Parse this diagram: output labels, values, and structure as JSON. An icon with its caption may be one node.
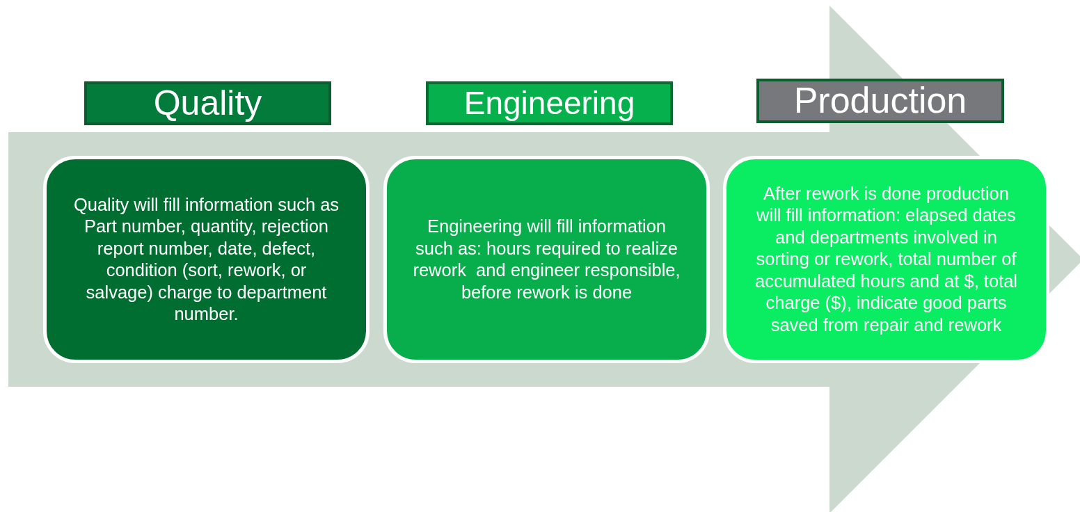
{
  "diagram": {
    "nodes": [
      {
        "text": [
          "Quality"
        ]
      },
      {
        "text": [
          "Quality will fill information such as Part number, quantity, rejection report number, date, defect, condition (sort, rework, or salvage) charge to department number."
        ]
      },
      {
        "text": [
          "Engineering"
        ]
      },
      {
        "text": [
          "Engineering will fill information such as: hours required to realize rework  and engineer responsible, before rework is done"
        ]
      },
      {
        "text": [
          "Production"
        ]
      },
      {
        "text": [
          "After rework is done production will fill information: elapsed dates and departments involved in sorting or rework, total number of accumulated hours and at $, total charge ($), indicate good parts saved from repair and rework"
        ]
      }
    ]
  }
}
